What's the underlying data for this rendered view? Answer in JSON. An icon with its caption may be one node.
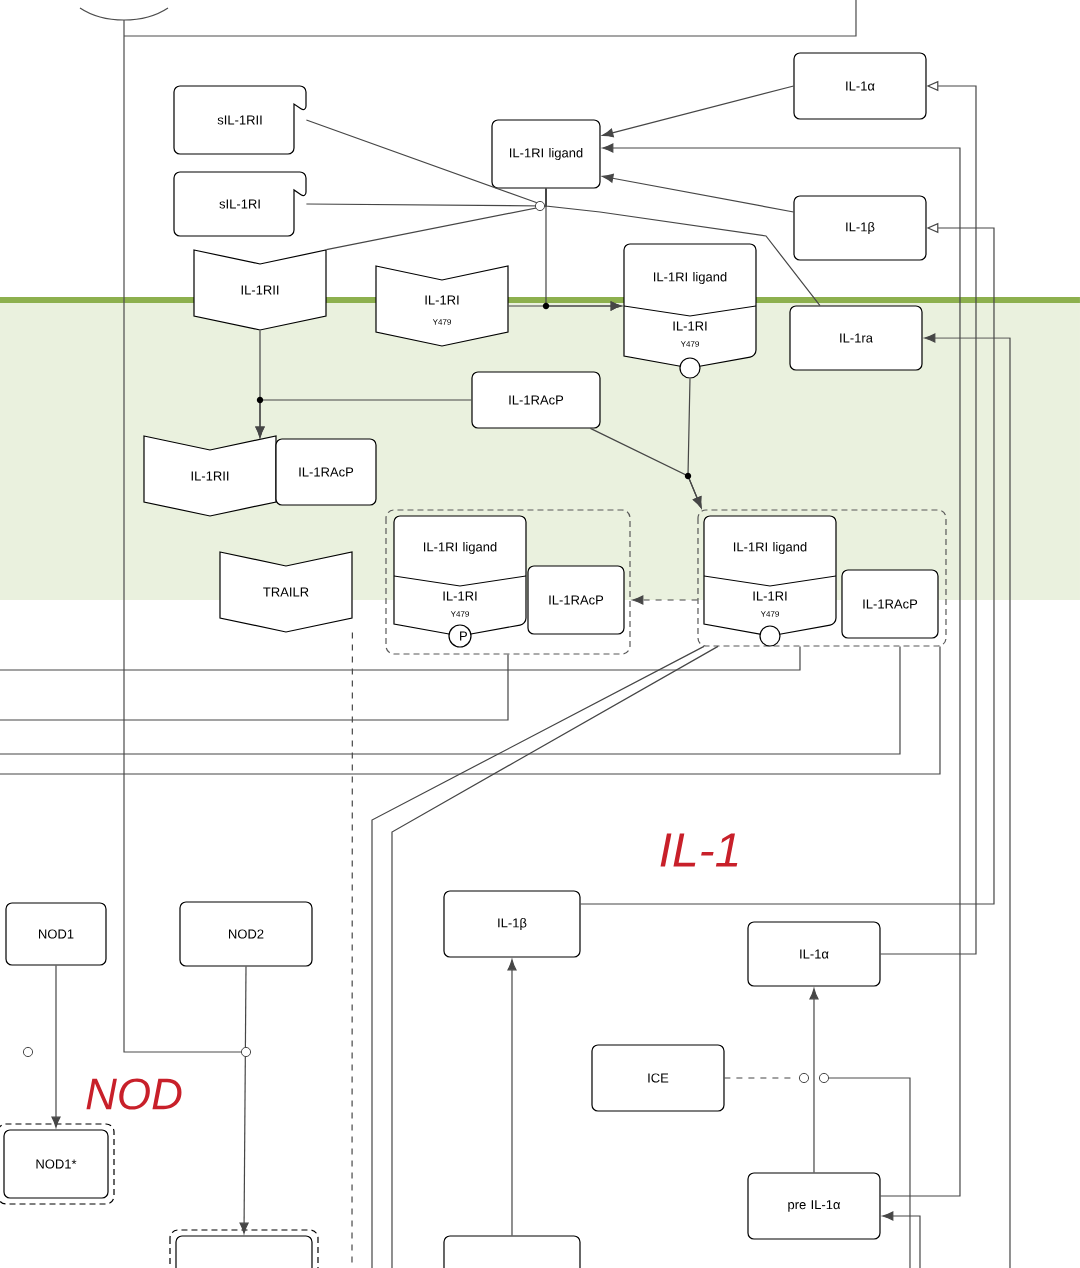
{
  "diagram": {
    "nodes": [
      {
        "text": [
          "sIL-1RII"
        ]
      },
      {
        "text": [
          "sIL-1RI"
        ]
      },
      {
        "text": [
          "IL-1RI ligand"
        ]
      },
      {
        "text": [
          "IL-1α"
        ]
      },
      {
        "text": [
          "IL-1β"
        ]
      },
      {
        "text": [
          "IL-1RII"
        ]
      },
      {
        "text": [
          "IL-1RI",
          "Y479"
        ]
      },
      {
        "text": [
          "IL-1RI ligand",
          "IL-1RI",
          "Y479"
        ]
      },
      {
        "text": [
          "IL-1ra"
        ]
      },
      {
        "text": [
          "IL-1RAcP"
        ]
      },
      {
        "text": [
          "IL-1RII"
        ]
      },
      {
        "text": [
          "IL-1RAcP"
        ]
      },
      {
        "text": [
          "TRAILR"
        ]
      },
      {
        "text": [],
        "shape": "box"
      },
      {
        "text": [
          "IL-1RI ligand",
          "IL-1RI",
          "Y479"
        ],
        "in": 13
      },
      {
        "text": [
          "P"
        ],
        "in": 13
      },
      {
        "text": [
          "IL-1RAcP"
        ],
        "in": 13
      },
      {
        "text": [],
        "shape": "box"
      },
      {
        "text": [
          "IL-1RI ligand",
          "IL-1RI",
          "Y479"
        ],
        "in": 17
      },
      {
        "text": [
          "IL-1RAcP"
        ],
        "in": 17
      },
      {
        "text": [
          "NOD1"
        ]
      },
      {
        "text": [
          "NOD2"
        ]
      },
      {
        "text": [
          "NOD1*"
        ]
      },
      {
        "text": [],
        "shape": "box"
      },
      {
        "text": [
          "IL-1β"
        ]
      },
      {
        "text": [
          "IL-1α"
        ]
      },
      {
        "text": [
          "ICE"
        ]
      },
      {
        "text": [
          "pre IL-1α"
        ]
      },
      {
        "text": [],
        "shape": "box"
      }
    ],
    "edges": [
      {
        "from": 3,
        "to": 2,
        "arrow": "to"
      },
      {
        "from": 4,
        "to": 2,
        "arrow": "to"
      },
      {
        "from": 2,
        "to": 0,
        "arrow": "none"
      },
      {
        "from": 2,
        "to": 1,
        "arrow": "none"
      },
      {
        "from": 2,
        "to": 5,
        "arrow": "none"
      },
      {
        "from": 8,
        "to": 2,
        "arrow": "none"
      },
      {
        "from": 2,
        "to": 7,
        "arrow": "to"
      },
      {
        "from": 6,
        "to": 7,
        "arrow": "to"
      },
      {
        "from": 5,
        "to": 10,
        "arrow": "to"
      },
      {
        "from": 9,
        "to": 10,
        "arrow": "to"
      },
      {
        "from": 9,
        "to": 17,
        "arrow": "to"
      },
      {
        "from": 7,
        "to": 17,
        "arrow": "to"
      },
      {
        "from": 17,
        "to": 13,
        "arrow": "to",
        "style": "dashed"
      },
      {
        "from": 12,
        "to": null,
        "arrow": "none",
        "style": "dashed"
      },
      {
        "from": 20,
        "to": 22,
        "arrow": "to"
      },
      {
        "from": 21,
        "to": 23,
        "arrow": "to"
      },
      {
        "from": 28,
        "to": 24,
        "arrow": "to"
      },
      {
        "from": 27,
        "to": 25,
        "arrow": "to"
      },
      {
        "from": 26,
        "to": null,
        "arrow": "none",
        "style": "dashed"
      },
      {
        "from": 25,
        "to": 3,
        "arrow": "to"
      },
      {
        "from": 24,
        "to": 4,
        "arrow": "to"
      },
      {
        "from": null,
        "to": 8,
        "arrow": "to"
      },
      {
        "from": null,
        "to": 27,
        "arrow": "to"
      },
      {
        "from": 27,
        "to": 2,
        "arrow": "to"
      },
      {
        "from": 17,
        "to": null,
        "arrow": "none"
      },
      {
        "from": 17,
        "to": null,
        "arrow": "none"
      },
      {
        "from": 17,
        "to": null,
        "arrow": "none"
      },
      {
        "from": 13,
        "to": null,
        "arrow": "none"
      },
      {
        "from": 17,
        "to": null,
        "arrow": "none"
      },
      {
        "from": 17,
        "to": null,
        "arrow": "none"
      }
    ],
    "labels": [
      "IL-1",
      "NOD"
    ]
  }
}
